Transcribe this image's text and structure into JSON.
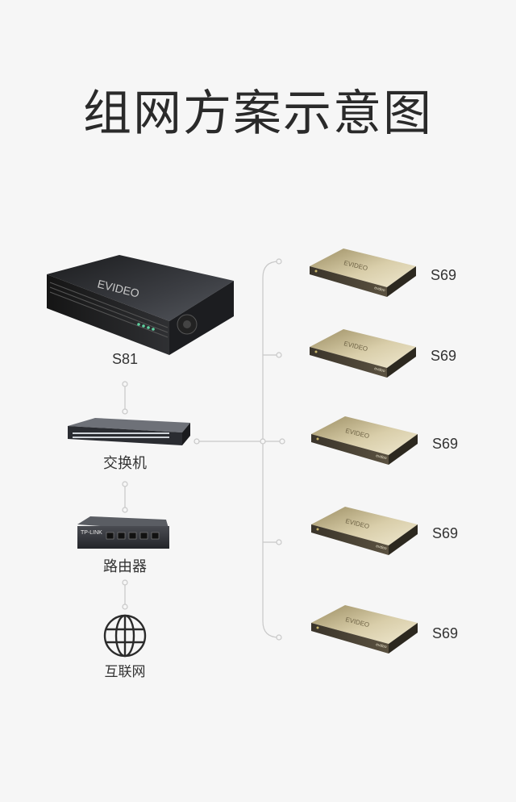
{
  "title": "组网方案示意图",
  "nodes": {
    "server": "S81",
    "switch": "交换机",
    "router": "路由器",
    "internet": "互联网"
  },
  "branch_devices": [
    "S69",
    "S69",
    "S69",
    "S69",
    "S69"
  ],
  "device_branding": {
    "server_logo": "EVIDEO",
    "router_logo": "TP-LINK",
    "box_logo": "EVIDEO",
    "box_badge": "evdeo"
  },
  "colors": {
    "line": "#c8c8c8",
    "server": "#2b2d30",
    "box": "#c8bb93",
    "text": "#333333"
  }
}
